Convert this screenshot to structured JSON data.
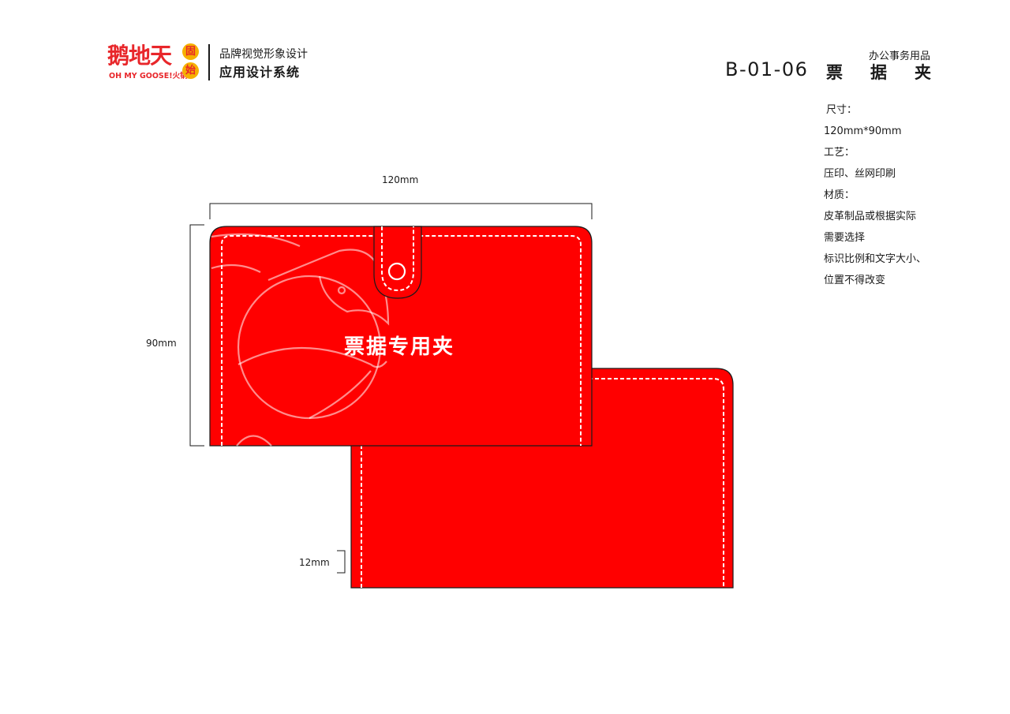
{
  "header": {
    "logo": {
      "name": "鹅地天",
      "tagline": "OH MY GOOSE!火锅",
      "badge_top": "固",
      "badge_bottom": "始"
    },
    "brand_line1": "品牌视觉形象设计",
    "brand_line2": "应用设计系统",
    "category": "办公事务用品",
    "page_code": "B-01-06",
    "page_title": "票据夹"
  },
  "specs": {
    "size_label": "尺寸：",
    "size_value": "120mm*90mm",
    "process_label": "工艺：",
    "process_value": "压印、丝网印刷",
    "material_label": "材质：",
    "material_line1": "皮革制品或根据实际",
    "material_line2": "需要选择",
    "note_line1": "标识比例和文字大小、",
    "note_line2": "位置不得改变"
  },
  "dimensions": {
    "width": "120mm",
    "height": "90mm",
    "flap": "12mm"
  },
  "folder": {
    "title": "票据专用夹",
    "color": "#ff0000",
    "stitch_color": "#ffffff"
  }
}
